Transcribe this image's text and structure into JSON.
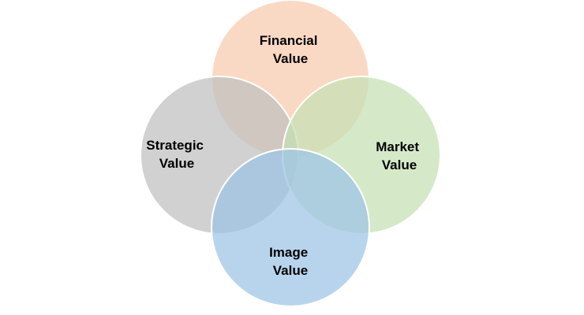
{
  "diagram": {
    "type": "venn",
    "circles": [
      {
        "id": "financial",
        "lines": [
          "Financial",
          "Value"
        ],
        "fill": "#f8cbad",
        "stroke": "#ffffff"
      },
      {
        "id": "strategic",
        "lines": [
          "Strategic",
          "Value"
        ],
        "fill": "#bfbfbf",
        "stroke": "#ffffff"
      },
      {
        "id": "market",
        "lines": [
          "Market",
          "Value"
        ],
        "fill": "#c5e0b4",
        "stroke": "#ffffff"
      },
      {
        "id": "image",
        "lines": [
          "Image",
          "Value"
        ],
        "fill": "#9dc3e6",
        "stroke": "#ffffff"
      }
    ],
    "circle_opacity": 0.72
  }
}
